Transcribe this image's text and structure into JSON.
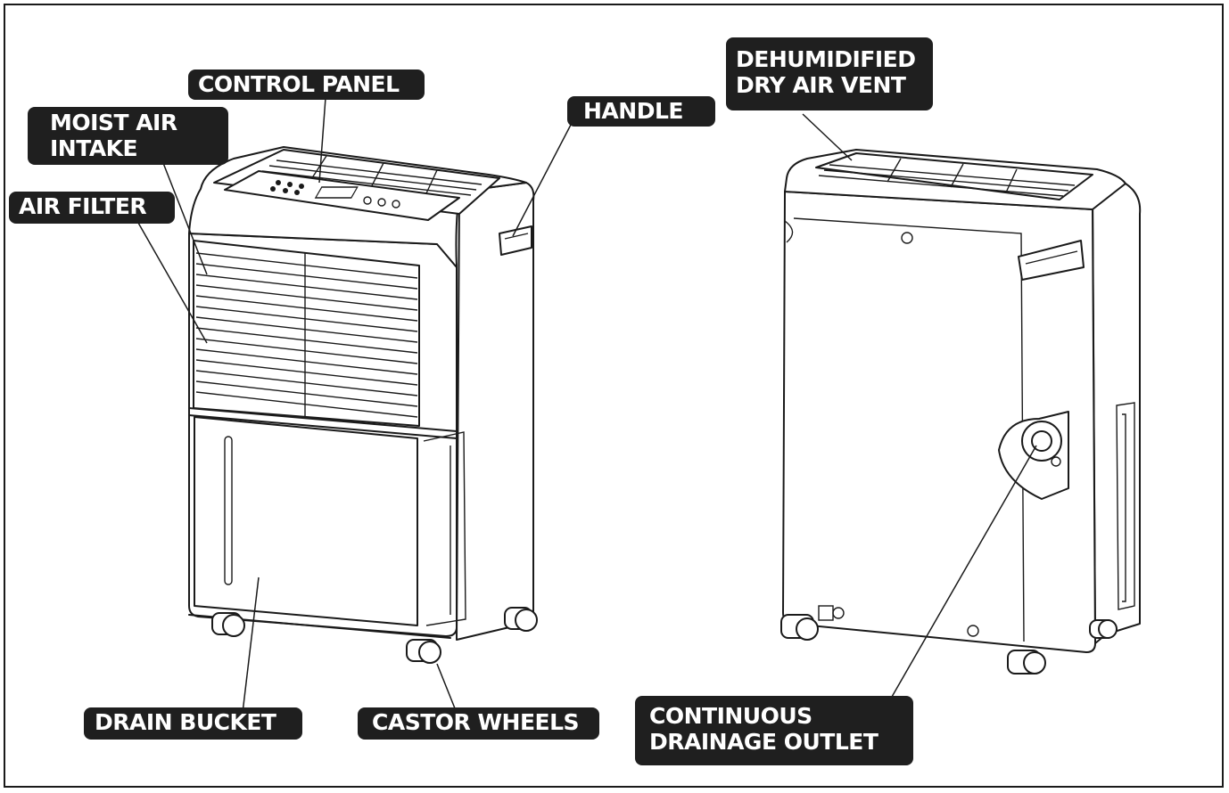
{
  "labels": {
    "control_panel": "CONTROL PANEL",
    "moist_air_intake": "MOIST AIR\nINTAKE",
    "air_filter": "AIR FILTER",
    "handle": "HANDLE",
    "dehumidified_vent": "DEHUMIDIFIED\nDRY AIR VENT",
    "drain_bucket": "DRAIN BUCKET",
    "castor_wheels": "CASTOR WHEELS",
    "continuous_drainage": "CONTINUOUS\nDRAINAGE OUTLET"
  },
  "colors": {
    "label_background": "#1f1f1f",
    "label_text": "#ffffff",
    "line_art": "#1a1a1a"
  }
}
